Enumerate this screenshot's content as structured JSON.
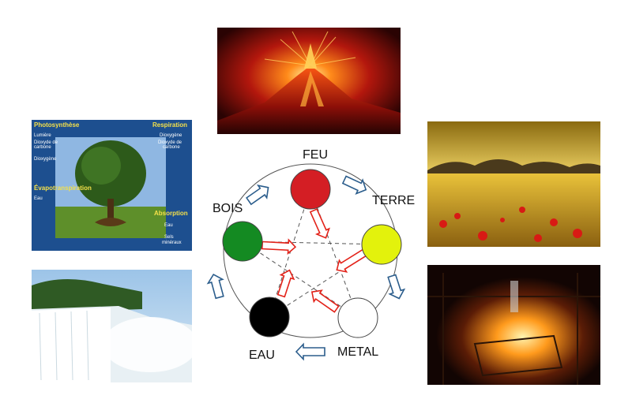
{
  "diagram": {
    "elements": [
      {
        "label": "FEU",
        "color": "#d41e24"
      },
      {
        "label": "TERRE",
        "color": "#e3f20c"
      },
      {
        "label": "METAL",
        "color": "#ffffff"
      },
      {
        "label": "EAU",
        "color": "#000000"
      },
      {
        "label": "BOIS",
        "color": "#148a22"
      }
    ],
    "generating_arrow_color": "#2b5d8c",
    "controlling_arrow_color": "#e32219"
  },
  "tree_panel": {
    "photosynthese": "Photosynthèse",
    "lumiere": "Lumière",
    "dioxyde_de": "Dioxyde de",
    "carbone": "carbone",
    "dioxygene_left": "Dioxygène",
    "respiration": "Respiration",
    "dioxygene_right": "Dioxygène",
    "dioxyde_de_right": "Dioxyde de",
    "carbone_right": "carbone",
    "evapotranspiration": "Évapotranspiration",
    "eau_left": "Eau",
    "absorption": "Absorption",
    "eau_right": "Eau",
    "sels": "Sels",
    "mineraux": "minéraux"
  }
}
